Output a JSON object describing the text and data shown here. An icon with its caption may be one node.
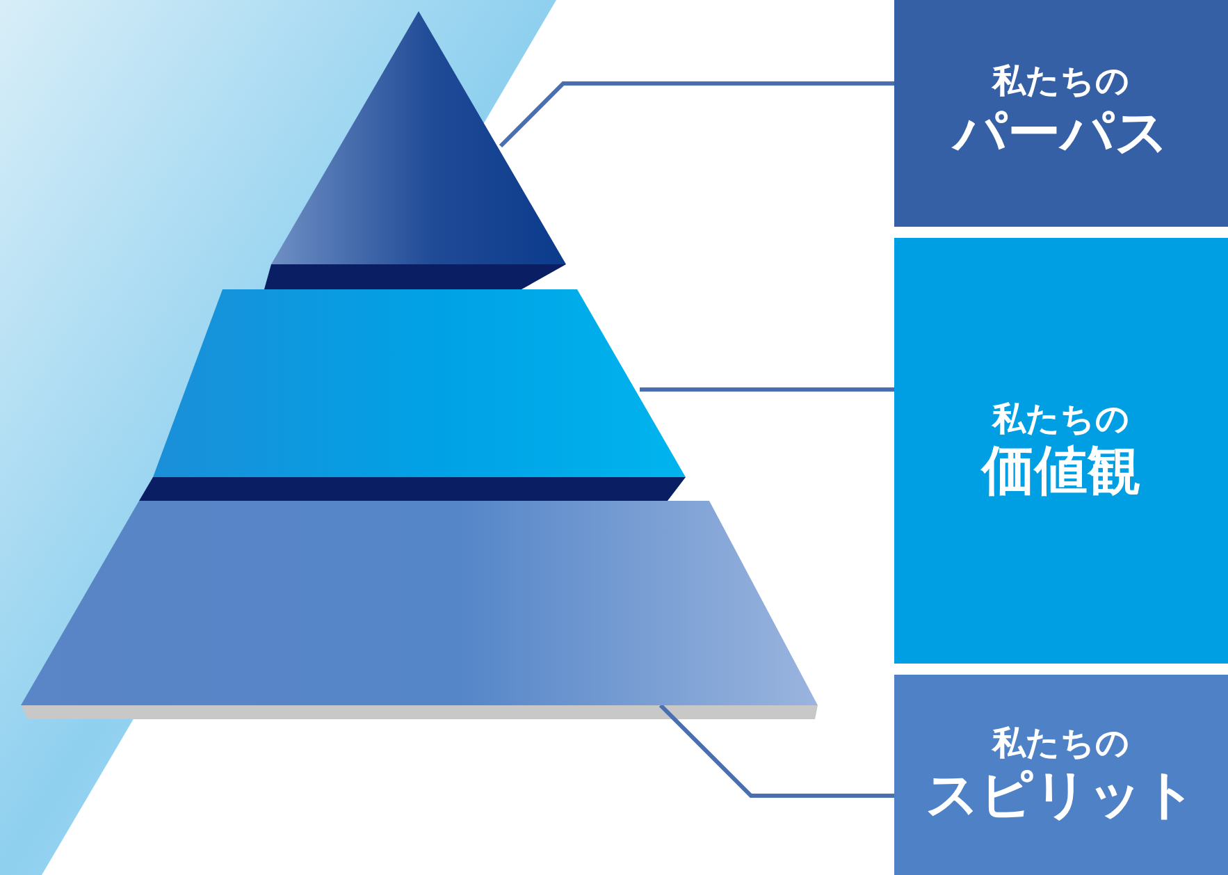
{
  "diagram": {
    "nodes": [
      {
        "text": [],
        "shape": "triangle"
      },
      {
        "text": [],
        "shape": "trapezoid"
      },
      {
        "text": [],
        "shape": "trapezoid"
      },
      {
        "text": [
          "私たちの",
          "パーパス"
        ]
      },
      {
        "text": [
          "私たちの",
          "価値観"
        ]
      },
      {
        "text": [
          "私たちの",
          "スピリット"
        ]
      }
    ],
    "edges": [
      {
        "from": 0,
        "to": 3,
        "arrow": "none"
      },
      {
        "from": 1,
        "to": 4,
        "arrow": "none"
      },
      {
        "from": 2,
        "to": 5,
        "arrow": "none"
      }
    ]
  }
}
